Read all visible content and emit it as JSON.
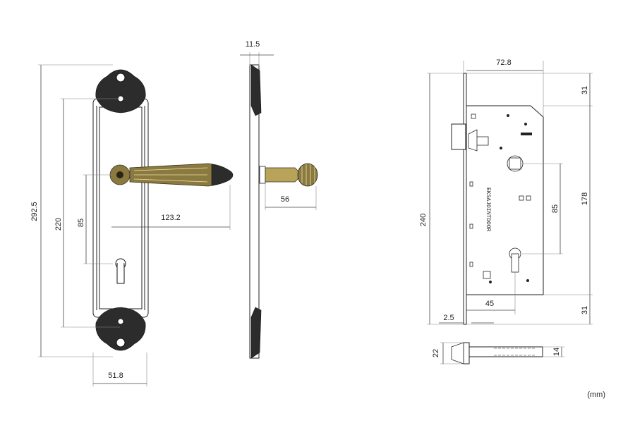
{
  "drawing": {
    "unit_label": "(mm)",
    "handle_front_view": {
      "overall_height": "292.5",
      "hole_spacing": "220",
      "handle_to_cylinder": "85",
      "handle_length": "123.2",
      "plate_width": "51.8"
    },
    "handle_side_view": {
      "plate_thickness": "11.5",
      "handle_projection": "56"
    },
    "lock_body_view": {
      "backset": "72.8",
      "top_offset": "31",
      "body_height": "178",
      "faceplate_height": "240",
      "center_distance": "85",
      "cylinder_backset": "45",
      "bottom_offset": "31",
      "faceplate_thickness": "2.5",
      "marking": "EKSAJOINTDOOR"
    },
    "latch_view": {
      "height_left": "22",
      "height_right": "14"
    }
  }
}
